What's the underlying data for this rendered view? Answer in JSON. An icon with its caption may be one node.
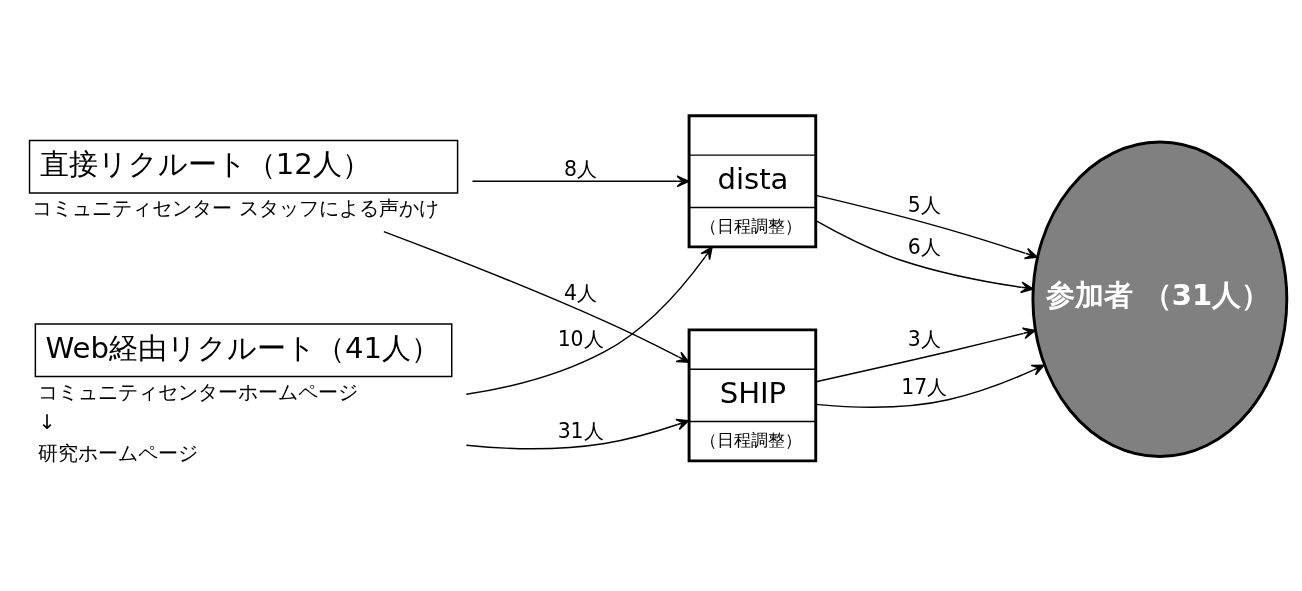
{
  "diagram": {
    "nodes": [
      {
        "text": [
          "直接リクルート（12人）"
        ],
        "beside": [
          "コミュニティセンター スタッフによる声かけ"
        ]
      },
      {
        "text": [
          "Web経由リクルート（41人）"
        ],
        "beside": [
          "コミュニティセンターホームページ",
          "↓",
          "研究ホームページ"
        ]
      },
      {
        "text": [
          "dista",
          "（日程調整）"
        ]
      },
      {
        "text": [
          "SHIP",
          "（日程調整）"
        ]
      },
      {
        "text": [
          "参加者 （31人）"
        ]
      }
    ],
    "edges": [
      {
        "from": 0,
        "to": 2,
        "arrow": "to",
        "label": "8人"
      },
      {
        "from": 1,
        "to": 2,
        "arrow": "to",
        "label": "10人"
      },
      {
        "from": 0,
        "to": 3,
        "arrow": "to",
        "label": "4人"
      },
      {
        "from": 1,
        "to": 3,
        "arrow": "to",
        "label": "31人"
      },
      {
        "from": 2,
        "to": 4,
        "arrow": "to",
        "label": "5人"
      },
      {
        "from": 2,
        "to": 4,
        "arrow": "to",
        "label": "6人"
      },
      {
        "from": 3,
        "to": 4,
        "arrow": "to",
        "label": "3人"
      },
      {
        "from": 3,
        "to": 4,
        "arrow": "to",
        "label": "17人"
      }
    ]
  }
}
